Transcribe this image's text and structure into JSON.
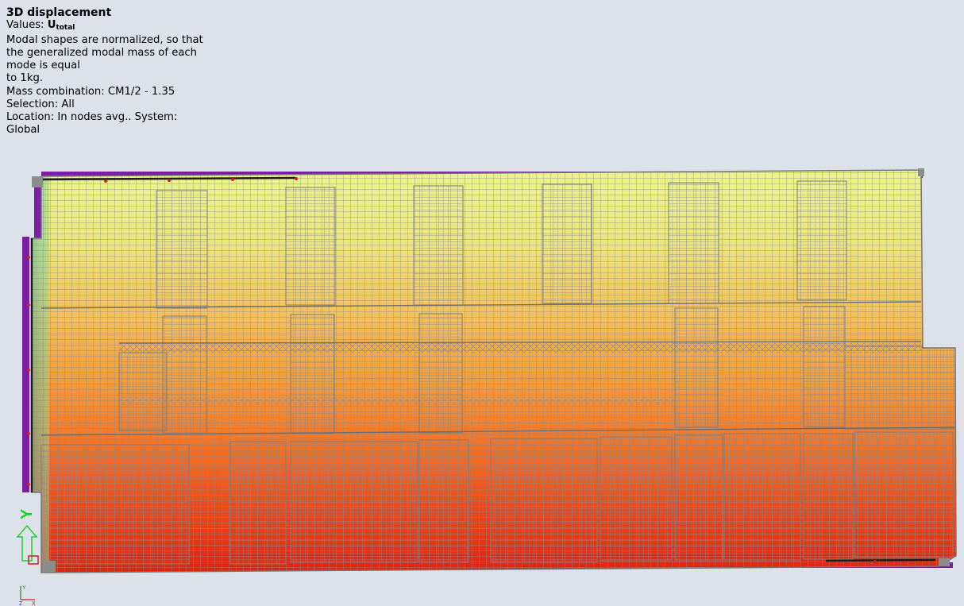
{
  "info": {
    "title": "3D displacement",
    "values_prefix": "Values: ",
    "values_main": "U",
    "values_sub": "total",
    "note_1": "Modal shapes are normalized, so that",
    "note_2": "the generalized modal mass of each",
    "note_3": "mode is equal",
    "note_4": "to 1kg.",
    "mass": "Mass combination: CM1/2 - 1.35",
    "selection": "Selection: All",
    "location_1": "Location: In nodes avg.. System:",
    "location_2": "Global"
  },
  "axes": {
    "main_y": "Y",
    "mini_y": "Y",
    "mini_x": "X",
    "mini_z": "Z"
  },
  "colors": {
    "background": "#dde1ea",
    "mesh_line": "#8a8a8a",
    "support": "#7b1fa2",
    "top_color": "#e9f08a",
    "mid_color": "#f2a640",
    "bottom_color": "#e32a10",
    "axis_green": "#1fcf2a"
  }
}
